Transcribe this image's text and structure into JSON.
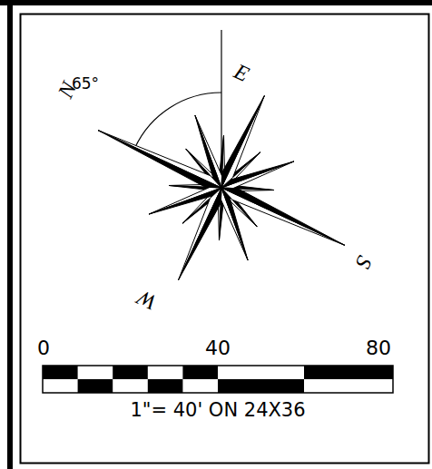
{
  "diagram": {
    "labels": [
      "N",
      "E",
      "S",
      "W",
      "65°",
      "0",
      "40",
      "80",
      "1\"= 40' ON 24X36"
    ]
  }
}
